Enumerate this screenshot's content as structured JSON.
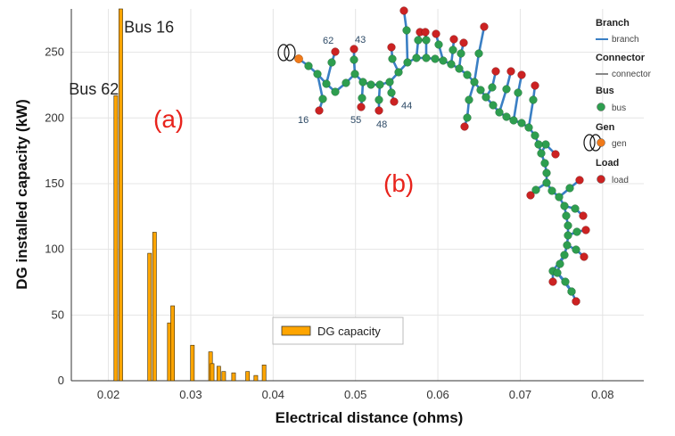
{
  "chart_data": {
    "type": "bar",
    "xlabel": "Electrical distance (ohms)",
    "ylabel": "DG installed capacity (kW)",
    "xlim": [
      0.0155,
      0.085
    ],
    "ylim": [
      0,
      283
    ],
    "xticks": [
      "0.02",
      "0.03",
      "0.04",
      "0.05",
      "0.06",
      "0.07",
      "0.08"
    ],
    "yticks": [
      "0",
      "50",
      "100",
      "150",
      "200",
      "250"
    ],
    "grid": true,
    "legend_position": "bottom-center",
    "series": [
      {
        "name": "DG capacity",
        "color": "#FFA500",
        "points": [
          {
            "x": 0.0209,
            "y": 217
          },
          {
            "x": 0.0215,
            "y": 283
          },
          {
            "x": 0.025,
            "y": 97
          },
          {
            "x": 0.0256,
            "y": 113
          },
          {
            "x": 0.0274,
            "y": 44
          },
          {
            "x": 0.0278,
            "y": 57
          },
          {
            "x": 0.0302,
            "y": 27
          },
          {
            "x": 0.0324,
            "y": 22
          },
          {
            "x": 0.0326,
            "y": 13
          },
          {
            "x": 0.0334,
            "y": 11
          },
          {
            "x": 0.034,
            "y": 7
          },
          {
            "x": 0.0352,
            "y": 6
          },
          {
            "x": 0.0369,
            "y": 7
          },
          {
            "x": 0.0379,
            "y": 4
          },
          {
            "x": 0.0389,
            "y": 12
          }
        ]
      }
    ],
    "annotations": [
      {
        "text": "Bus 16",
        "x": 0.0219,
        "y": 265
      },
      {
        "text": "Bus 62",
        "x": 0.0152,
        "y": 218
      }
    ]
  },
  "panels": {
    "a": "(a)",
    "b": "(b)",
    "color": "#e8231c"
  },
  "network": {
    "bus_labels": [
      "62",
      "43",
      "16",
      "55",
      "48",
      "44"
    ],
    "legend": {
      "branch_title": "Branch",
      "branch_item": "branch",
      "connector_title": "Connector",
      "connector_item": "connector",
      "bus_title": "Bus",
      "bus_item": "bus",
      "gen_title": "Gen",
      "gen_item": "gen",
      "load_title": "Load",
      "load_item": "load"
    },
    "colors": {
      "branch": "#3a7fc4",
      "bus": "#2e9e4f",
      "load": "#cc2222",
      "gen": "#f07a1a"
    }
  }
}
